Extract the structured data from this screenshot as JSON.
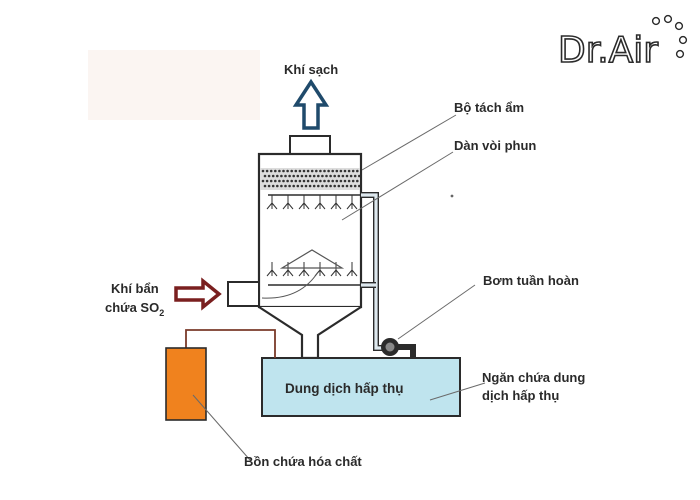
{
  "logo": {
    "text": "Dr.Air"
  },
  "labels": {
    "clean_air": "Khí sạch",
    "mist_eliminator": "Bộ tách ẩm",
    "spray_nozzles": "Dàn vòi phun",
    "dirty_air_line1": "Khí bẩn",
    "dirty_air_line2": "chứa SO",
    "dirty_air_sub": "2",
    "circulation_pump": "Bơm tuần hoàn",
    "tank_compartment_line1": "Ngăn chứa dung",
    "tank_compartment_line2": "dịch hấp thụ",
    "absorbent_solution": "Dung dịch hấp thụ",
    "chemical_tank": "Bồn chứa hóa chất"
  },
  "colors": {
    "outline": "#2b2b2b",
    "tank_fill": "#bfe4ee",
    "chemical_tank_fill": "#f0821e",
    "inlet_arrow": "#7a1f1f",
    "outlet_arrow": "#1f4a6b",
    "pipe_fill": "#dde8ee"
  }
}
